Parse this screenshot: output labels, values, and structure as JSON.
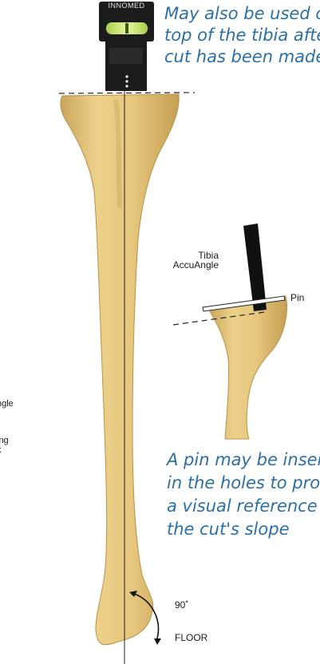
{
  "annotations": {
    "top_note": "May also be used o\ntop of the tibia afte\ncut has been made",
    "bottom_note": "A pin may be inser\nin the holes to prov\na visual reference o\nthe cut's slope",
    "left_label_1": "ngle",
    "left_label_2_line1": "ing",
    "left_label_2_line2": "k",
    "tibia_label_line1": "Tibia",
    "tibia_label_line2": "AccuAngle",
    "pin_label": "Pin",
    "angle_label": "90˚",
    "floor_label": "FLOOR"
  },
  "device": {
    "brand": "INNOMED"
  },
  "colors": {
    "bone": "#e4c57a",
    "bone_shadow": "#c9a55a",
    "note_text": "#2a6fa8",
    "device_body": "#1c1c1c",
    "level_vial": "#c9e66a"
  }
}
